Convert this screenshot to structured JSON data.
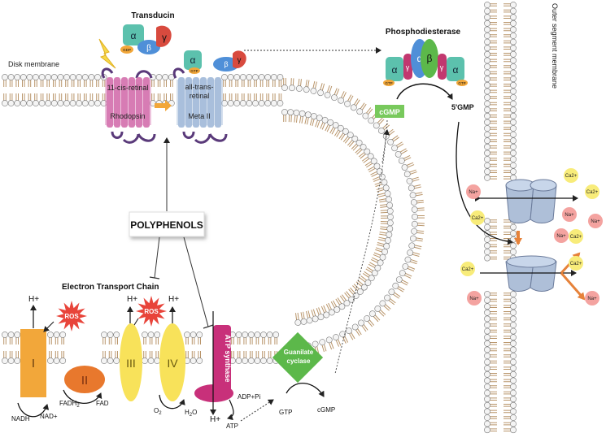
{
  "labels": {
    "transducin": "Transducin",
    "disk_membrane": "Disk membrane",
    "phosphodiesterase": "Phosphodiesterase",
    "outer_segment_membrane": "Outer segment membrane",
    "polyphenols": "POLYPHENOLS",
    "etc": "Electron Transport Chain",
    "rhodopsin_retinal": "11-cis-retinal",
    "rhodopsin": "Rhodopsin",
    "meta_retinal": "all-trans-retinal",
    "meta": "Meta II",
    "cgmp_box": "cGMP",
    "five_gmp": "5'GMP",
    "ros": "ROS",
    "complex1": "I",
    "complex2": "II",
    "complex3": "III",
    "complex4": "IV",
    "h_plus": "H+",
    "nadh": "NADH",
    "nad": "NAD+",
    "fadh2": "FADH2",
    "fad": "FAD",
    "o2": "O2",
    "h2o": "H2O",
    "atp_synthase": "ATP synthase",
    "adp_pi": "ADP+Pi",
    "atp": "ATP",
    "guanilate_cyclase": "Guanilate cyclase",
    "gtp": "GTP",
    "cgmp": "cGMP",
    "na": "Na+",
    "ca": "Ca2+",
    "gdp": "GDP",
    "gtp_small": "GTP",
    "alpha": "α",
    "beta": "β",
    "gamma": "γ"
  },
  "colors": {
    "lipid_head": "#f4f4f4",
    "lipid_tail": "#b9956a",
    "rhodopsin": "#d77db4",
    "meta_ii": "#a9bfdc",
    "alpha": "#5cc1ad",
    "beta": "#4f8fd8",
    "gamma": "#d84a3e",
    "pde_gamma": "#c2386f",
    "complex_i": "#f2a73a",
    "complex_ii": "#e8782d",
    "complex_iii_iv": "#f8e25a",
    "atp_synthase": "#c8307a",
    "guanilate_cyclase": "#5cb84a",
    "cgmp_box": "#78c95c",
    "ros": "#e8443a",
    "na_ion": "#f4a3a0",
    "ca_ion": "#f8ec7a",
    "channel": "#aebfd8",
    "arrow_orange": "#e6823a"
  }
}
